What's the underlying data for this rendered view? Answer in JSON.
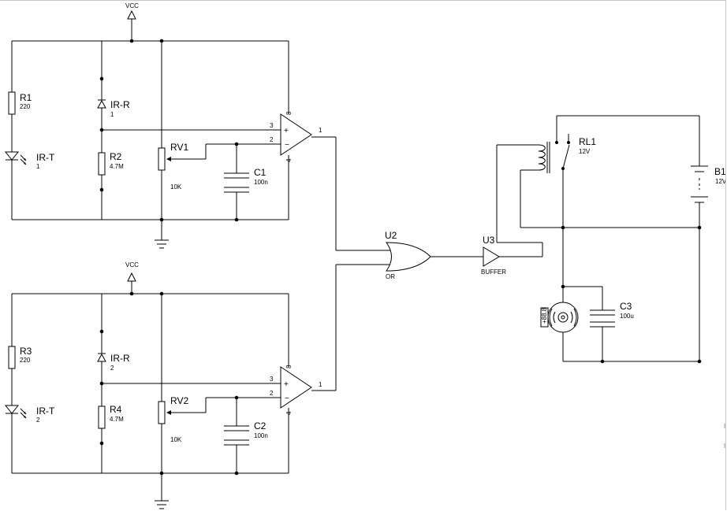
{
  "power": {
    "vcc_top": "VCC",
    "vcc_bottom": "VCC"
  },
  "sensor1": {
    "r1": {
      "ref": "R1",
      "value": "220"
    },
    "ir_t": {
      "ref": "IR-T",
      "value": "1"
    },
    "ir_r": {
      "ref": "IR-R",
      "value": "1"
    },
    "r2": {
      "ref": "R2",
      "value": "4.7M"
    },
    "rv1": {
      "ref": "RV1",
      "value": "10K"
    },
    "c1": {
      "ref": "C1",
      "value": "100n"
    },
    "opamp_pins": {
      "plus": "3",
      "minus": "2",
      "out": "1",
      "v_top": "8",
      "v_bot": "4"
    }
  },
  "sensor2": {
    "r3": {
      "ref": "R3",
      "value": "220"
    },
    "ir_t": {
      "ref": "IR-T",
      "value": "2"
    },
    "ir_r": {
      "ref": "IR-R",
      "value": "2"
    },
    "r4": {
      "ref": "R4",
      "value": "4.7M"
    },
    "rv2": {
      "ref": "RV2",
      "value": "10K"
    },
    "c2": {
      "ref": "C2",
      "value": "100n"
    },
    "opamp_pins": {
      "plus": "3",
      "minus": "2",
      "out": "1",
      "v_top": "8",
      "v_bot": "4"
    }
  },
  "logic": {
    "u2": {
      "ref": "U2",
      "type": "OR"
    },
    "u3": {
      "ref": "U3",
      "type": "BUFFER"
    }
  },
  "output": {
    "rl1": {
      "ref": "RL1",
      "value": "12V"
    },
    "b1": {
      "ref": "B1",
      "value": "12V"
    },
    "c3": {
      "ref": "C3",
      "value": "100u"
    },
    "motor_label": "+88.8"
  }
}
